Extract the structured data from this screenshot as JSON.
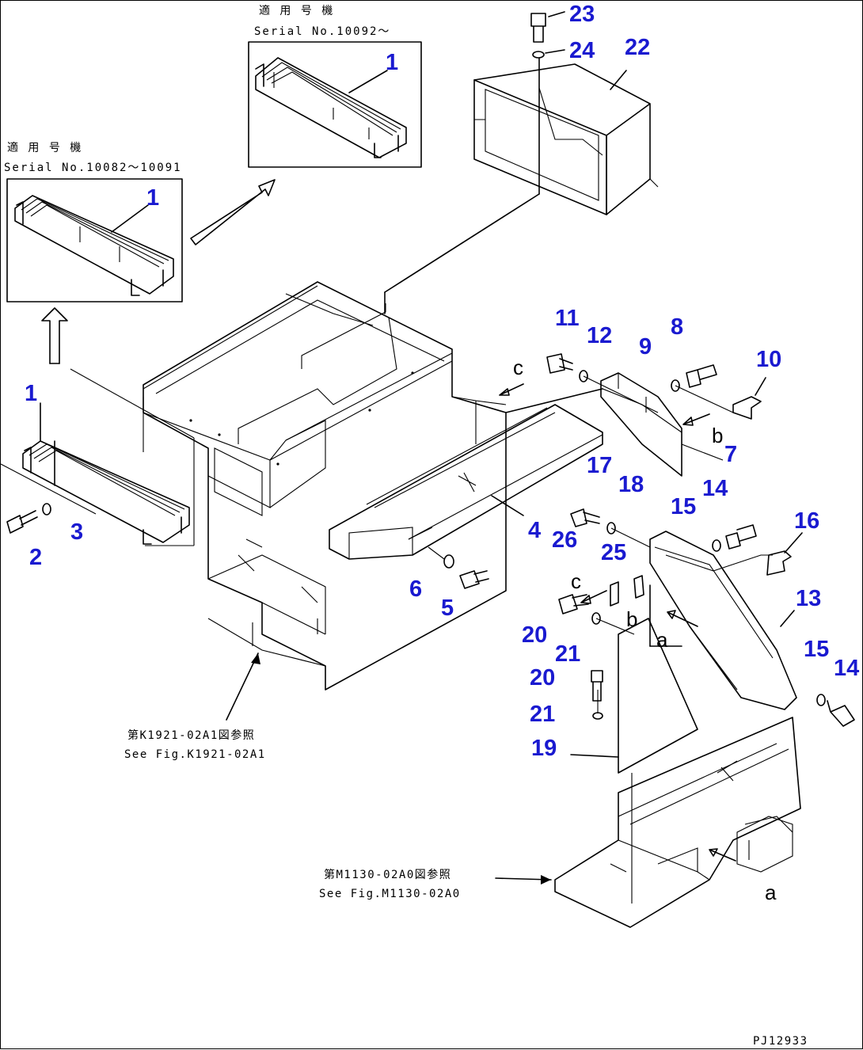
{
  "diagram": {
    "inset_top": {
      "header_jp": "適 用 号 機",
      "serial": "Serial No.10092〜"
    },
    "inset_left": {
      "header_jp": "適 用 号 機",
      "serial": "Serial No.10082〜10091"
    },
    "ref_k": {
      "jp": "第K1921-02A1図参照",
      "en": "See Fig.K1921-02A1"
    },
    "ref_m": {
      "jp": "第M1130-02A0図参照",
      "en": "See Fig.M1130-02A0"
    },
    "drawing_code": "PJ12933",
    "part_numbers": [
      "1",
      "1",
      "1",
      "2",
      "3",
      "4",
      "5",
      "6",
      "7",
      "8",
      "9",
      "10",
      "11",
      "12",
      "13",
      "14",
      "14",
      "15",
      "15",
      "16",
      "17",
      "18",
      "19",
      "20",
      "20",
      "21",
      "21",
      "22",
      "23",
      "24",
      "25",
      "26"
    ],
    "view_letters": [
      "a",
      "a",
      "b",
      "b",
      "c",
      "c"
    ]
  }
}
